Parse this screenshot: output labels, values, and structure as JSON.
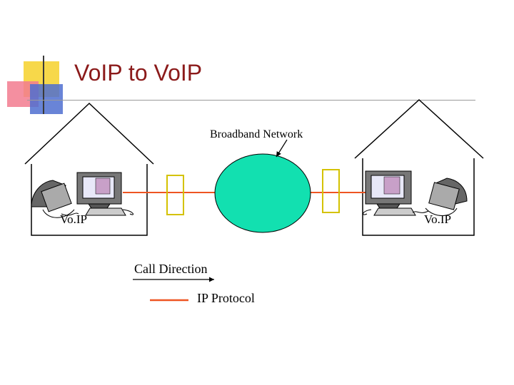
{
  "slide": {
    "title": "VoIP to VoIP"
  },
  "network": {
    "label": "Broadband Network",
    "cloud_color": "#12e0b0"
  },
  "endpoints": {
    "left_label": "Vo.IP",
    "right_label": "Vo.IP"
  },
  "legend": {
    "call_direction": "Call Direction",
    "ip_protocol": "IP Protocol",
    "ip_line_color": "#ee5522"
  },
  "icons": [
    "house-outline-icon",
    "computer-icon",
    "telephone-icon",
    "placeholder-glyph-icon",
    "arrow-icon"
  ]
}
